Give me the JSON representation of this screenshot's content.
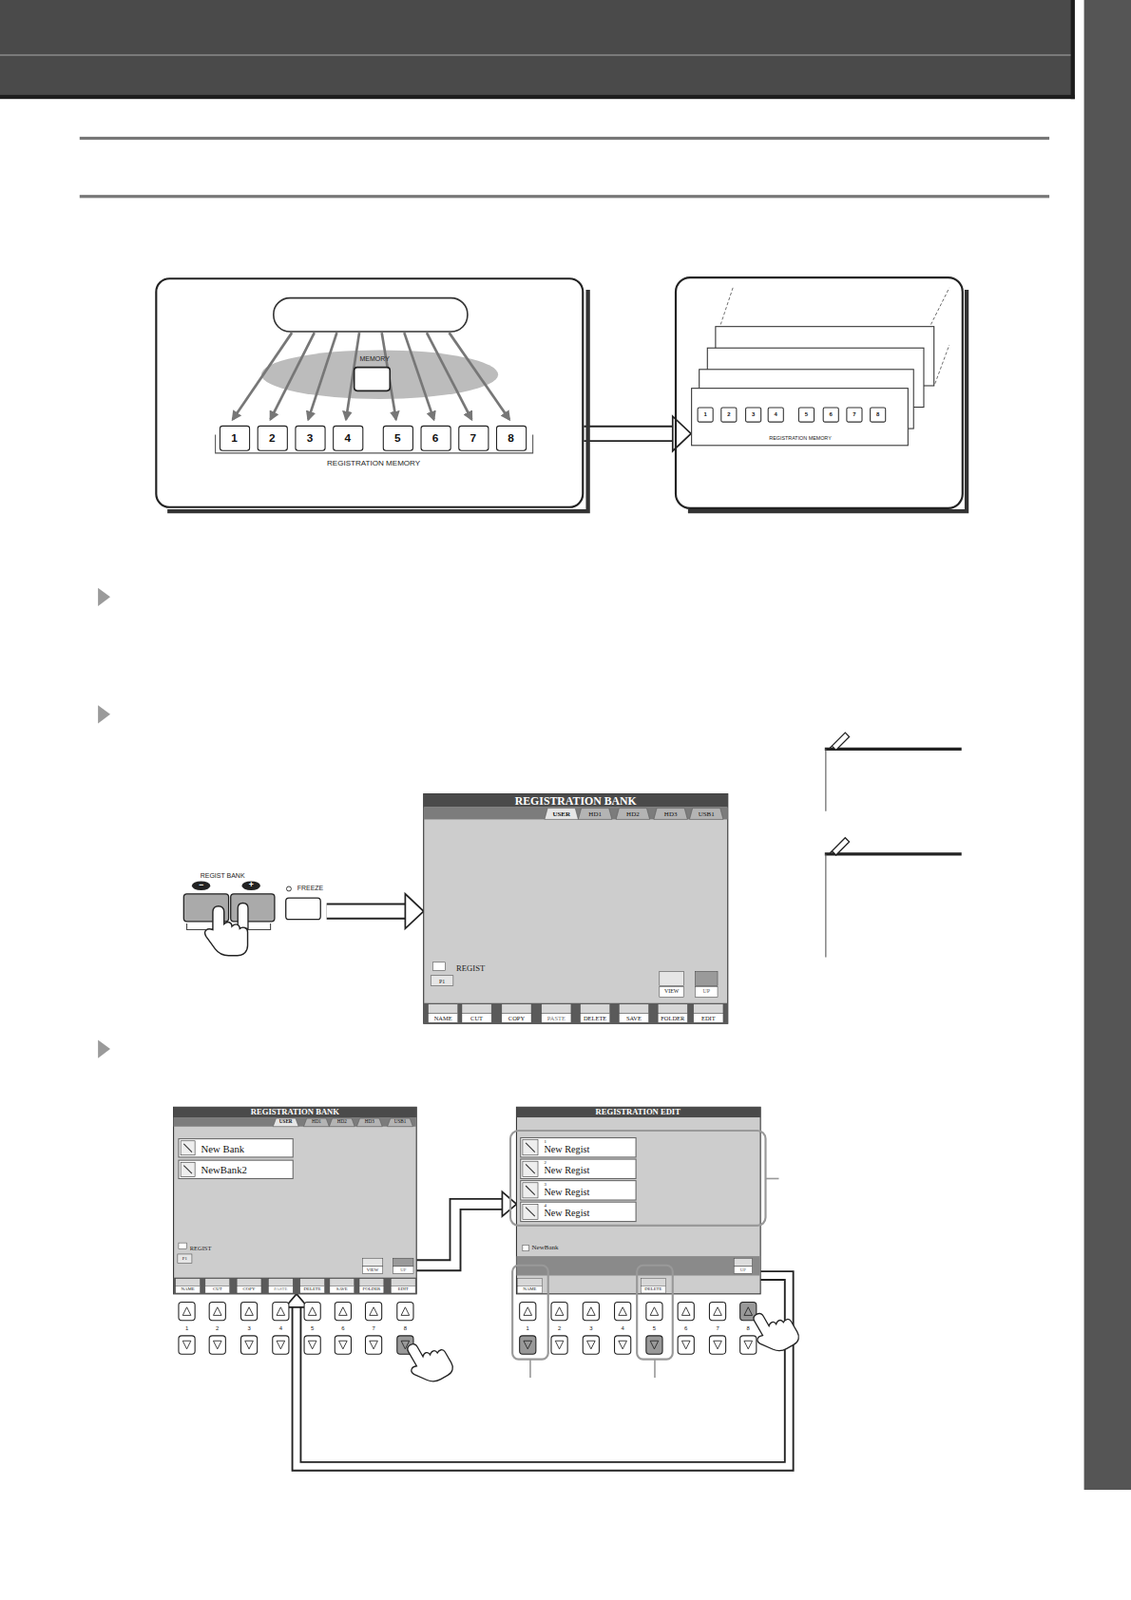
{
  "diagram": {
    "nodes": [
      {
        "text": [
          "REGISTRATION MEMORY"
        ]
      },
      {
        "text": [
          "MEMORY"
        ],
        "in": 0
      },
      {
        "text": [
          "1"
        ],
        "in": 0
      },
      {
        "text": [
          "2"
        ],
        "in": 0
      },
      {
        "text": [
          "3"
        ],
        "in": 0
      },
      {
        "text": [
          "4"
        ],
        "in": 0
      },
      {
        "text": [
          "5"
        ],
        "in": 0
      },
      {
        "text": [
          "6"
        ],
        "in": 0
      },
      {
        "text": [
          "7"
        ],
        "in": 0
      },
      {
        "text": [
          "8"
        ],
        "in": 0
      },
      {
        "text": [
          "REGISTRATION MEMORY"
        ]
      },
      {
        "text": [
          "1"
        ],
        "in": 10
      },
      {
        "text": [
          "2"
        ],
        "in": 10
      },
      {
        "text": [
          "3"
        ],
        "in": 10
      },
      {
        "text": [
          "4"
        ],
        "in": 10
      },
      {
        "text": [
          "5"
        ],
        "in": 10
      },
      {
        "text": [
          "6"
        ],
        "in": 10
      },
      {
        "text": [
          "7"
        ],
        "in": 10
      },
      {
        "text": [
          "8"
        ],
        "in": 10
      },
      {
        "text": [
          "REGIST BANK"
        ]
      },
      {
        "text": [
          "REGISTRATION BANK"
        ]
      },
      {
        "text": [
          "REGISTRATION BANK"
        ]
      },
      {
        "text": [
          "New Bank"
        ],
        "in": 21
      },
      {
        "text": [
          "NewBank2"
        ],
        "in": 21
      },
      {
        "text": [
          "REGISTRATION EDIT"
        ]
      },
      {
        "text": [
          "1",
          "New Regist"
        ],
        "in": 24
      },
      {
        "text": [
          "2",
          "New Regist"
        ],
        "in": 24
      },
      {
        "text": [
          "3",
          "New Regist"
        ],
        "in": 24
      },
      {
        "text": [
          "4",
          "New Regist"
        ],
        "in": 24
      }
    ],
    "edges": [
      {
        "from": 0,
        "to": 10,
        "arrow": "to"
      },
      {
        "from": 19,
        "to": 20,
        "arrow": "to"
      },
      {
        "from": 21,
        "to": 24,
        "arrow": "to"
      },
      {
        "from": 24,
        "to": 21,
        "arrow": "to"
      }
    ],
    "labels": [
      "−",
      "+",
      "FREEZE",
      "USER",
      "HD1",
      "HD2",
      "HD3",
      "USB1",
      "REGIST",
      "P1",
      "VIEW",
      "UP",
      "NAME",
      "CUT",
      "COPY",
      "PASTE",
      "DELETE",
      "SAVE",
      "FOLDER",
      "EDIT",
      "USER",
      "HD1",
      "HD2",
      "HD3",
      "USB1",
      "REGIST",
      "P1",
      "VIEW",
      "UP",
      "NAME",
      "CUT",
      "COPY",
      "PASTE",
      "DELETE",
      "SAVE",
      "FOLDER",
      "EDIT",
      "NewBank",
      "UP",
      "NAME",
      "DELETE",
      "1",
      "2",
      "3",
      "4",
      "5",
      "6",
      "7",
      "8",
      "1",
      "2",
      "3",
      "4",
      "5",
      "6",
      "7",
      "8"
    ]
  }
}
